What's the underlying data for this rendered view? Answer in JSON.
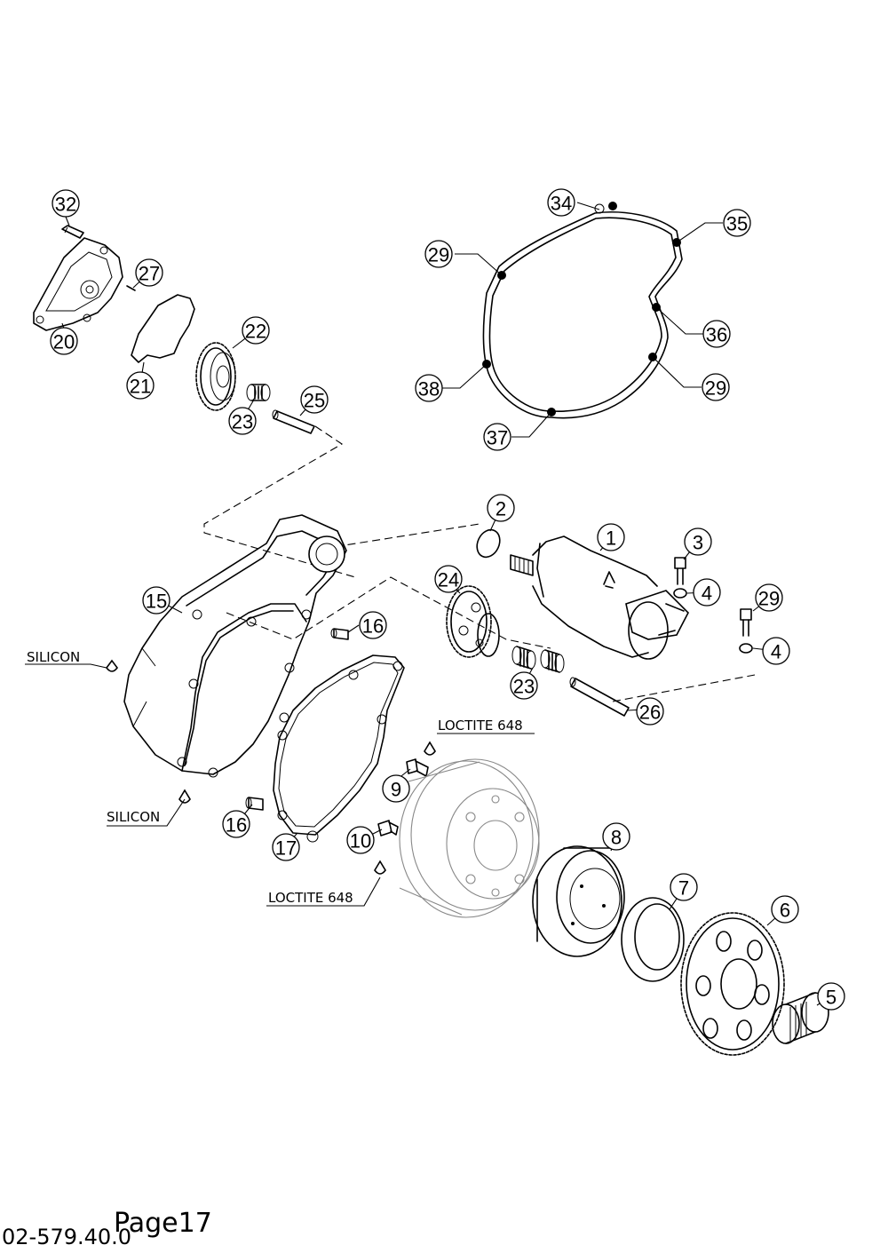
{
  "page": {
    "label": "Page17",
    "doc_code": "02-579.40.0"
  },
  "notes": {
    "silicon": "SILICON",
    "loctite": "LOCTITE 648"
  },
  "callouts": [
    "1",
    "2",
    "3",
    "4",
    "5",
    "6",
    "7",
    "8",
    "9",
    "10",
    "15",
    "16",
    "17",
    "20",
    "21",
    "22",
    "23",
    "24",
    "25",
    "26",
    "27",
    "29",
    "32",
    "34",
    "35",
    "36",
    "37",
    "38"
  ]
}
